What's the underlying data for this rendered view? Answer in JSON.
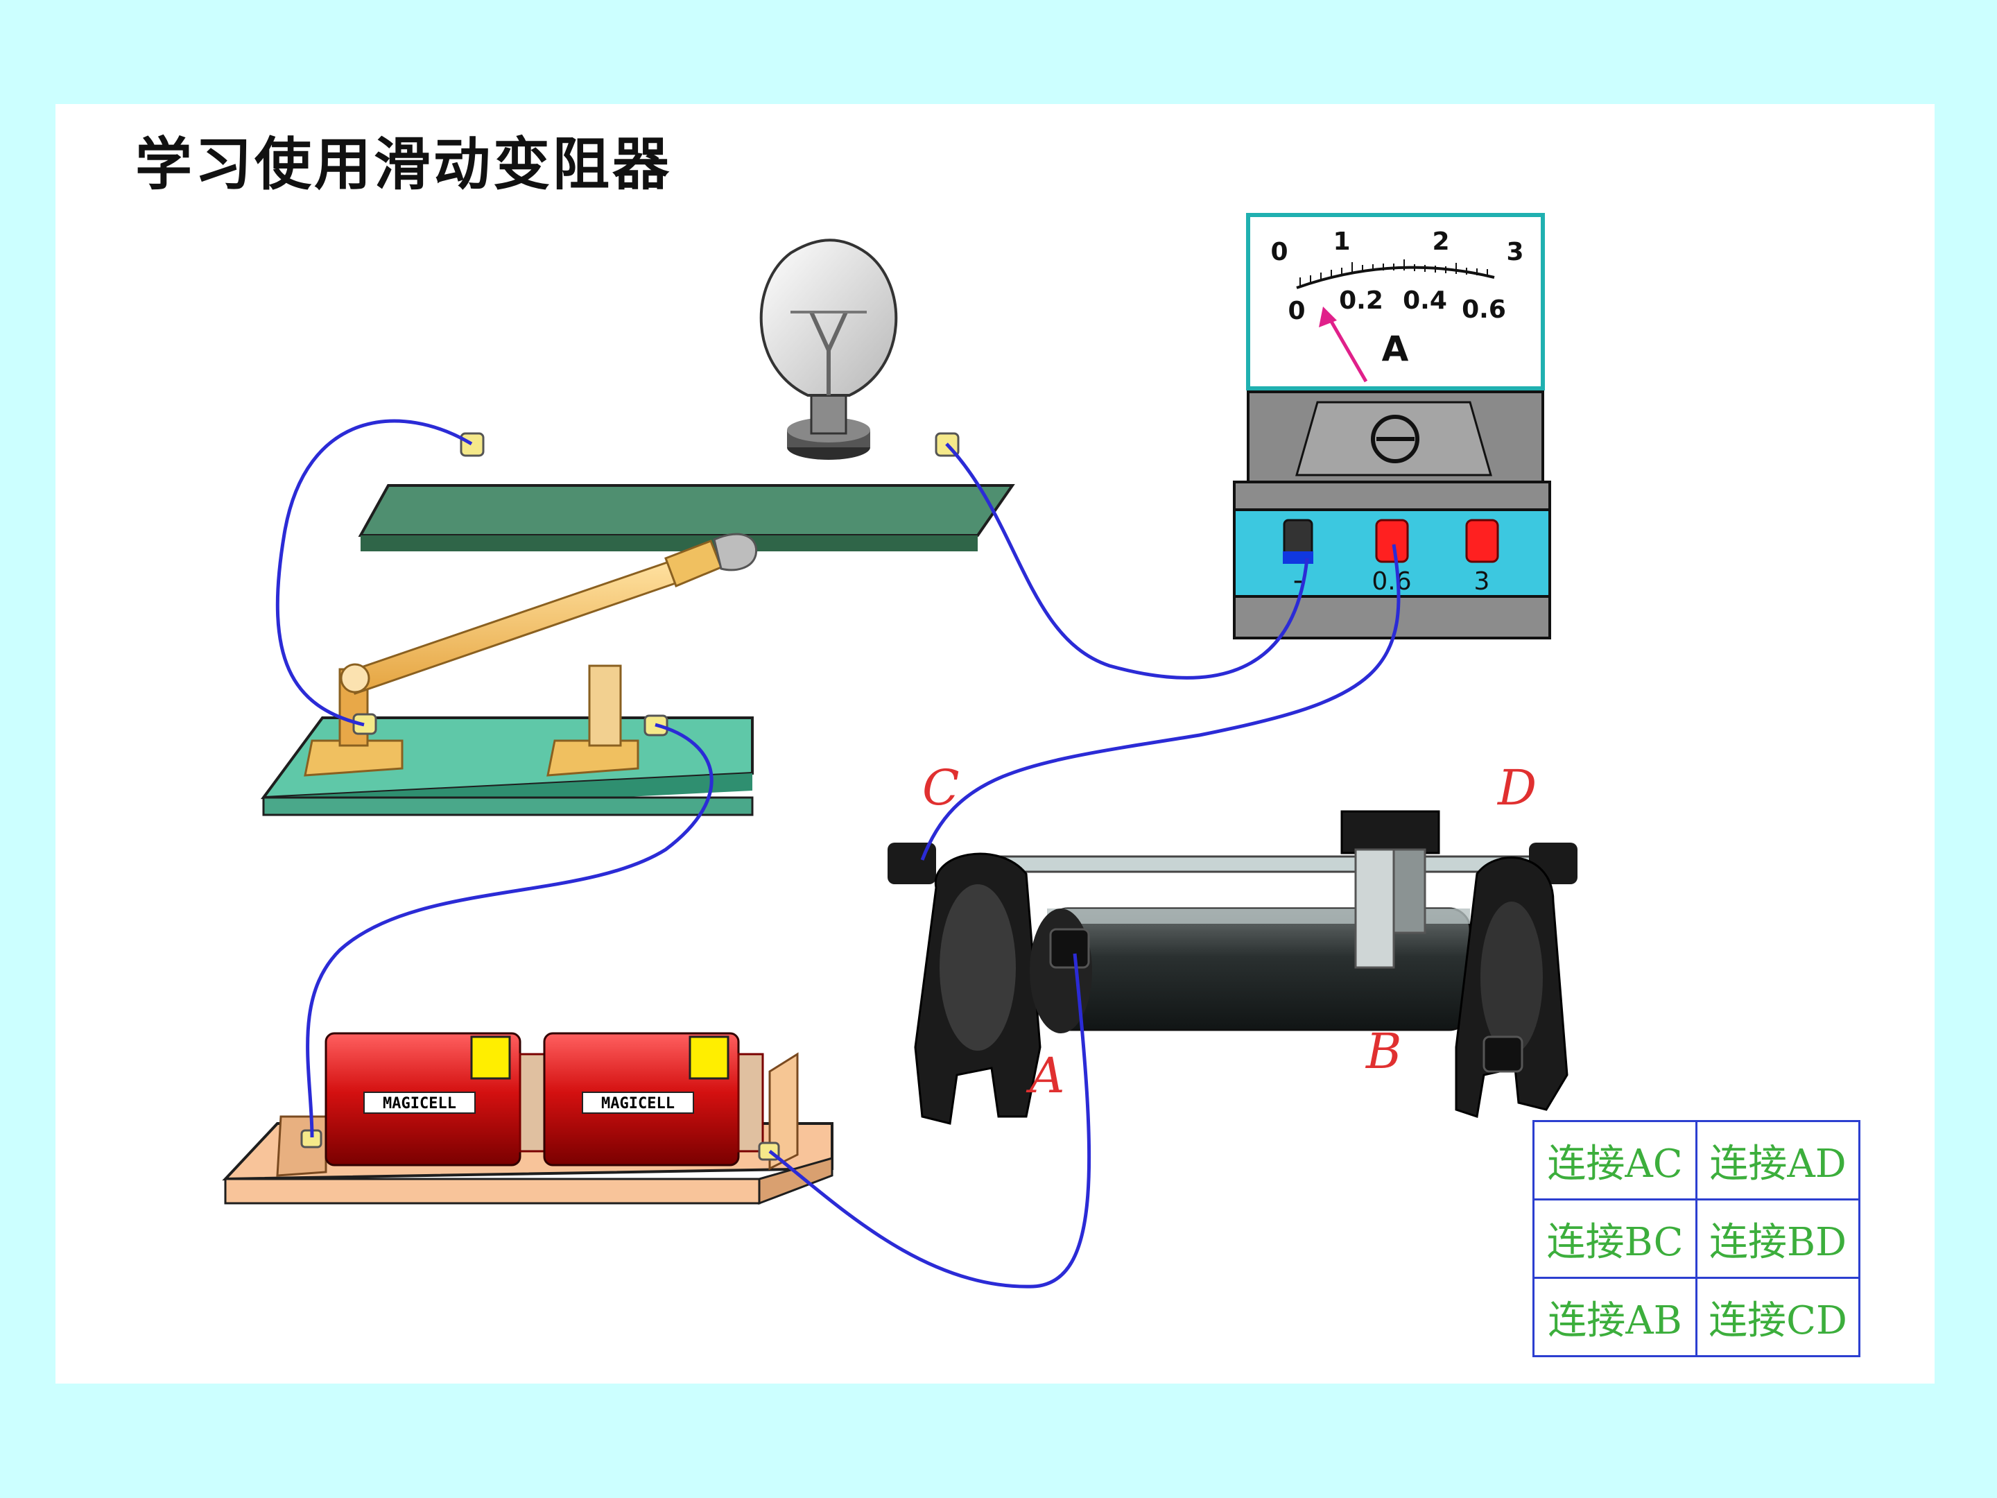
{
  "title": "学习使用滑动变阻器",
  "ammeter": {
    "top_scale": [
      "0",
      "1",
      "2",
      "3"
    ],
    "bottom_scale": [
      "0",
      "0.2",
      "0.4",
      "0.6"
    ],
    "unit": "A",
    "terminals": [
      "-",
      "0.6",
      "3"
    ]
  },
  "rheostat_labels": {
    "A": "A",
    "B": "B",
    "C": "C",
    "D": "D"
  },
  "battery_label": "MAGICELL",
  "options": [
    [
      "连接AC",
      "连接AD"
    ],
    [
      "连接BC",
      "连接BD"
    ],
    [
      "连接AB",
      "连接CD"
    ]
  ],
  "colors": {
    "background": "#ccffff",
    "wire": "#2b2bd6",
    "label": "#e03030",
    "option_text": "#3cae3c",
    "meter_border": "#20b0b0"
  }
}
